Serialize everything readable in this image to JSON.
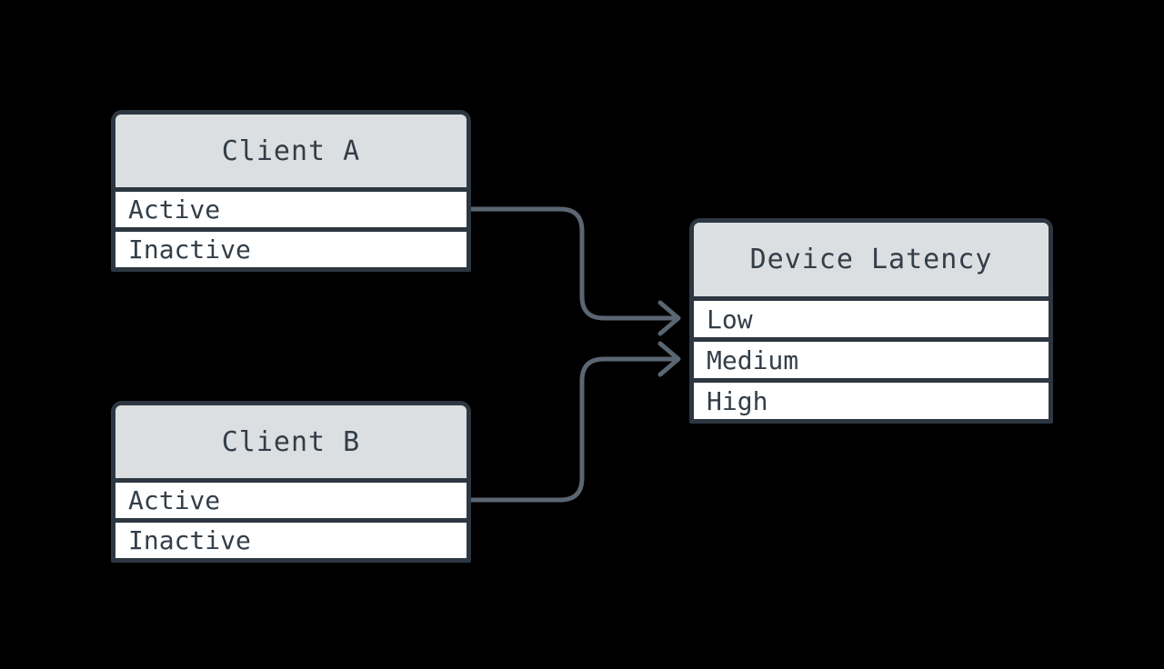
{
  "diagram": {
    "background_color": "#000000",
    "palette": {
      "node_border": "#2d3741",
      "header_fill": "#dcdfe1",
      "row_fill": "#ffffff",
      "text": "#333e48",
      "arrow": "#5a6672"
    },
    "nodes": {
      "client_a": {
        "title": "Client A",
        "rows": [
          "Active",
          "Inactive"
        ]
      },
      "client_b": {
        "title": "Client B",
        "rows": [
          "Active",
          "Inactive"
        ]
      },
      "device_latency": {
        "title": "Device Latency",
        "rows": [
          "Low",
          "Medium",
          "High"
        ]
      }
    },
    "edges": [
      {
        "from": "Client A / Active",
        "to": "Device Latency / Low"
      },
      {
        "from": "Client B / Active",
        "to": "Device Latency / Medium"
      }
    ]
  }
}
